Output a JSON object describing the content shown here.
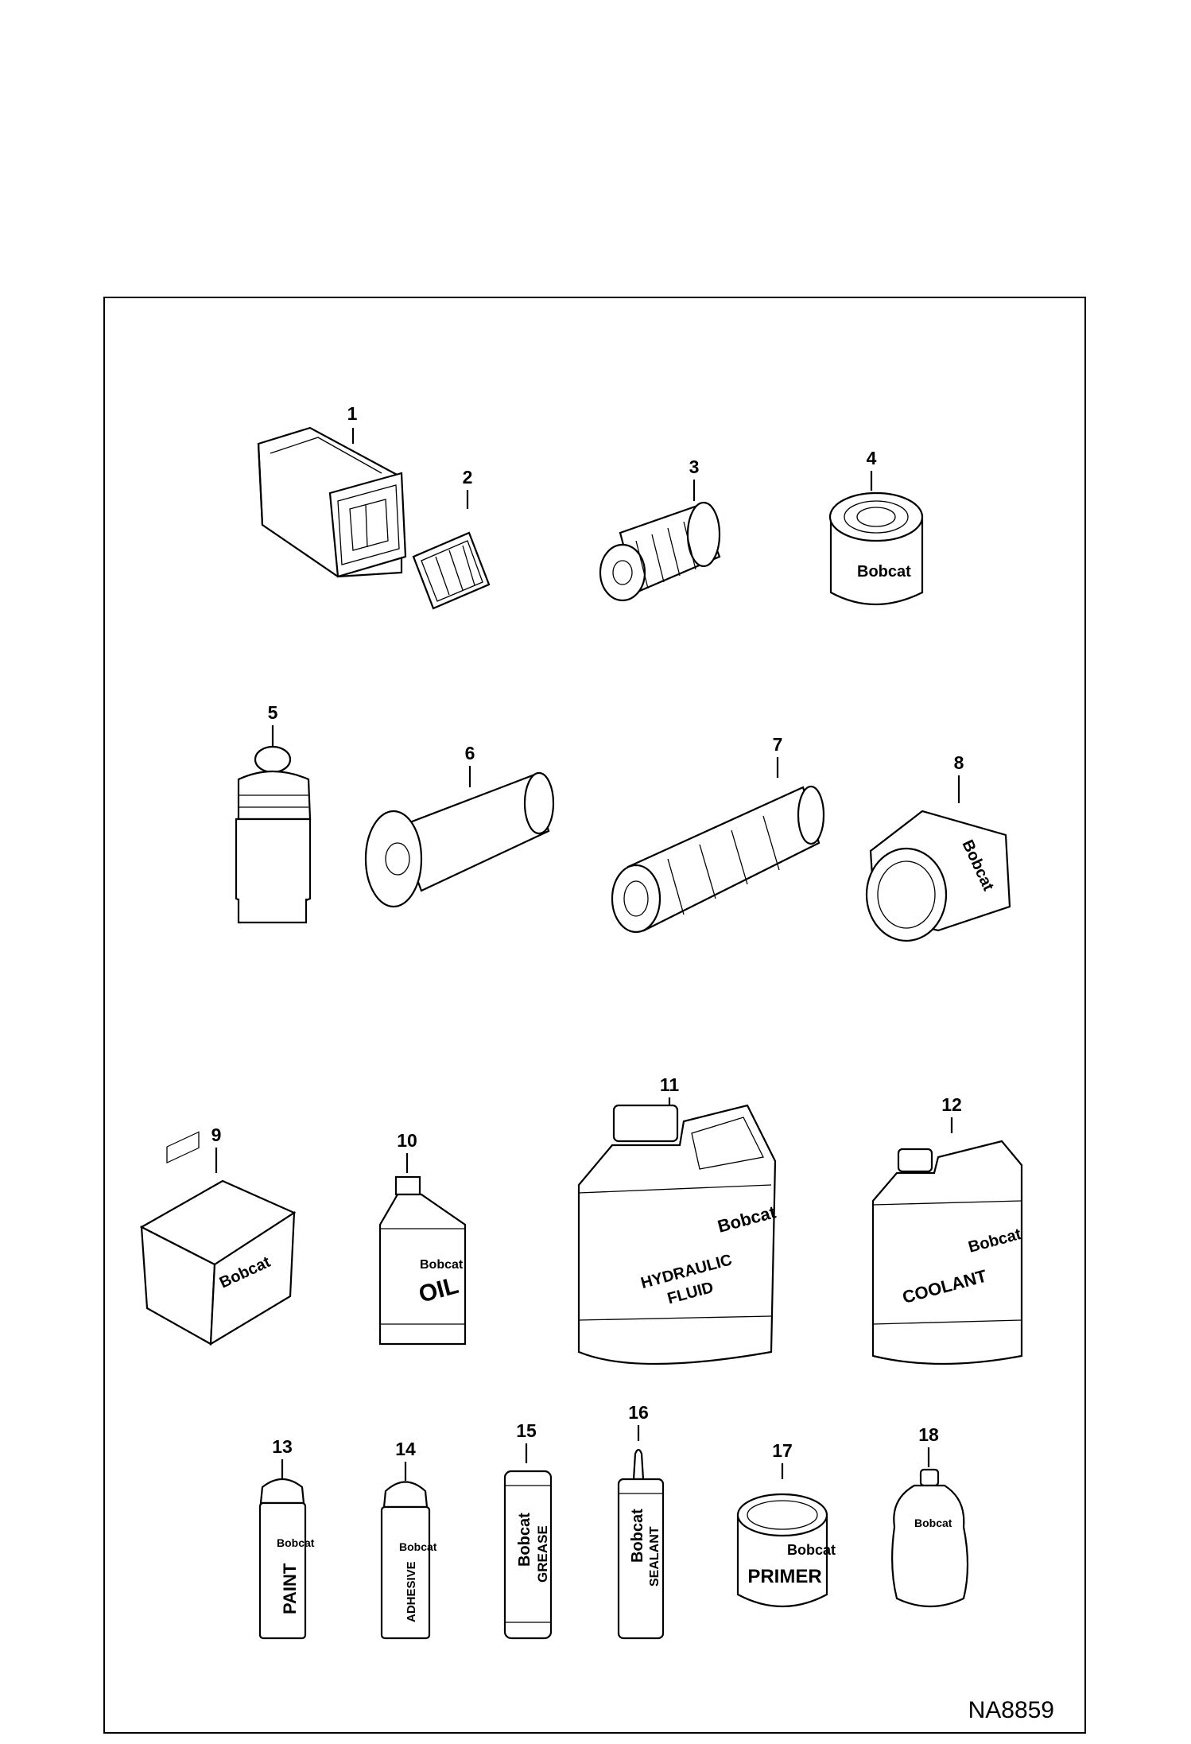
{
  "diagram": {
    "reference_code": "NA8859",
    "brand_text": "Bobcat",
    "parts": [
      {
        "number": "1"
      },
      {
        "number": "2"
      },
      {
        "number": "3"
      },
      {
        "number": "4"
      },
      {
        "number": "5"
      },
      {
        "number": "6"
      },
      {
        "number": "7"
      },
      {
        "number": "8"
      },
      {
        "number": "9"
      },
      {
        "number": "10"
      },
      {
        "number": "11"
      },
      {
        "number": "12"
      },
      {
        "number": "13"
      },
      {
        "number": "14"
      },
      {
        "number": "15"
      },
      {
        "number": "16"
      },
      {
        "number": "17"
      },
      {
        "number": "18"
      }
    ],
    "labels": {
      "oil": "OIL",
      "hydraulic_1": "HYDRAULIC",
      "hydraulic_2": "FLUID",
      "coolant": "COOLANT",
      "paint": "PAINT",
      "adhesive": "ADHESIVE",
      "grease": "GREASE",
      "sealant": "SEALANT",
      "primer": "PRIMER"
    }
  }
}
